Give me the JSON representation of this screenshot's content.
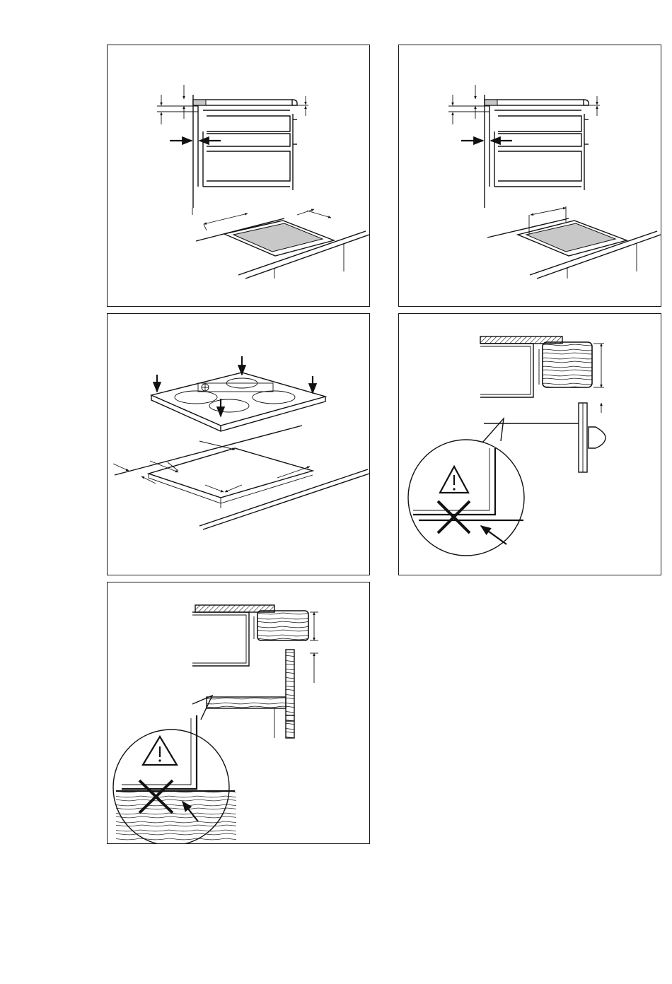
{
  "figures": [
    {
      "id": "fig-built-in-side-view-1",
      "icon": "installation-diagram"
    },
    {
      "id": "fig-built-in-side-view-2",
      "icon": "installation-diagram"
    },
    {
      "id": "fig-hob-insertion",
      "icon": "installation-diagram"
    },
    {
      "id": "fig-drawer-clearance-warning",
      "icon": "warning-triangle-icon"
    },
    {
      "id": "fig-shelf-clearance-warning",
      "icon": "warning-triangle-icon"
    }
  ],
  "colors": {
    "line": "#111111",
    "fill_grey": "#c8c8c8",
    "background": "#ffffff"
  }
}
